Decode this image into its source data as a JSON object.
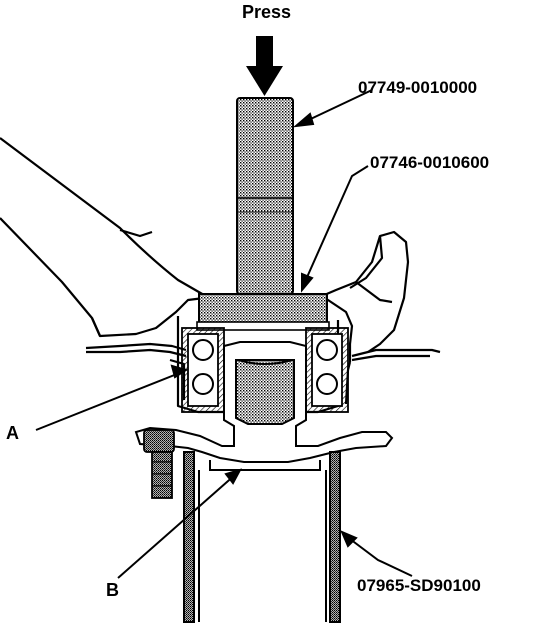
{
  "labels": {
    "press": "Press",
    "tool_driver": "07749-0010000",
    "tool_attachment": "07746-0010600",
    "tool_support": "07965-SD90100",
    "callout_a": "A",
    "callout_b": "B"
  },
  "colors": {
    "ink": "#000000",
    "paper": "#ffffff",
    "stipple": "#8a8a8a",
    "dark_stipple": "#6a6a6a"
  }
}
